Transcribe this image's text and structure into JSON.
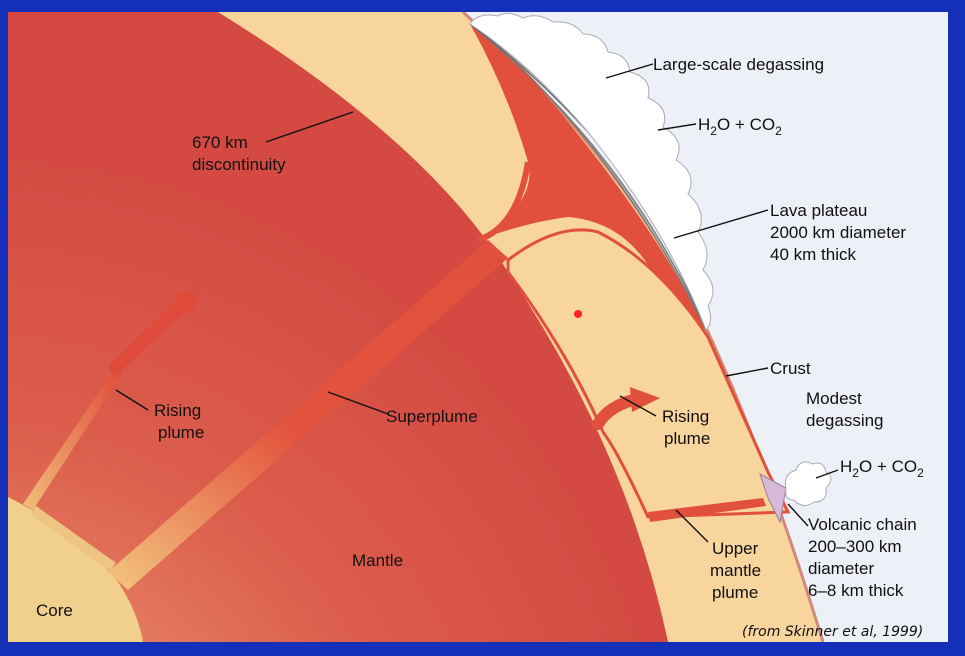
{
  "labels": {
    "large_scale_degassing": "Large-scale degassing",
    "h2o_co2_top": {
      "h": "H",
      "sub": "2",
      "rest": "O + CO",
      "sub2": "2"
    },
    "lava_plateau": [
      "Lava plateau",
      "2000 km diameter",
      "40 km thick"
    ],
    "discontinuity": [
      "670 km",
      "discontinuity"
    ],
    "crust": "Crust",
    "modest_degassing": [
      "Modest",
      "degassing"
    ],
    "h2o_co2_bottom": {
      "h": "H",
      "sub": "2",
      "rest": "O + CO",
      "sub2": "2"
    },
    "volcanic_chain": [
      "Volcanic chain",
      "200–300 km",
      "diameter",
      "6–8 km thick"
    ],
    "rising_plume_left": [
      "Rising",
      "plume"
    ],
    "superplume": "Superplume",
    "rising_plume_right": [
      "Rising",
      "plume"
    ],
    "upper_mantle_plume": [
      "Upper",
      "mantle",
      "plume"
    ],
    "mantle": "Mantle",
    "core": "Core",
    "citation": "(from Skinner et al, 1999)"
  },
  "colors": {
    "frame_border": "#1530b8",
    "background": "#eef0f8",
    "lower_mantle": "#d9574a",
    "upper_mantle": "#f7d59c",
    "plume": "#e0503c",
    "core": "#f1d08e",
    "lava_plateau": "#b3b3b3",
    "volcanic_chain": "#d7b9d8"
  }
}
